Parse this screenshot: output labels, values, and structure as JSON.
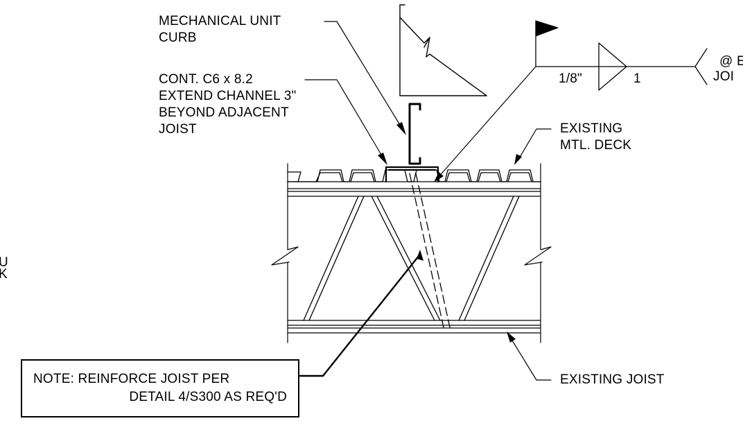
{
  "labels": {
    "mech_curb": [
      "MECHANICAL UNIT",
      "CURB"
    ],
    "channel": [
      "CONT. C6 x 8.2",
      "EXTEND CHANNEL 3\"",
      "BEYOND ADJACENT",
      "JOIST"
    ],
    "deck": [
      "EXISTING",
      "MTL. DECK"
    ],
    "joist": "EXISTING JOIST",
    "weld_size": "1/8\"",
    "weld_length": "1",
    "weld_tail": [
      "@ E",
      "JOI"
    ],
    "left_cut": [
      "U",
      "K"
    ],
    "note": [
      "NOTE: REINFORCE JOIST PER",
      "DETAIL 4/S300 AS REQ'D"
    ]
  }
}
